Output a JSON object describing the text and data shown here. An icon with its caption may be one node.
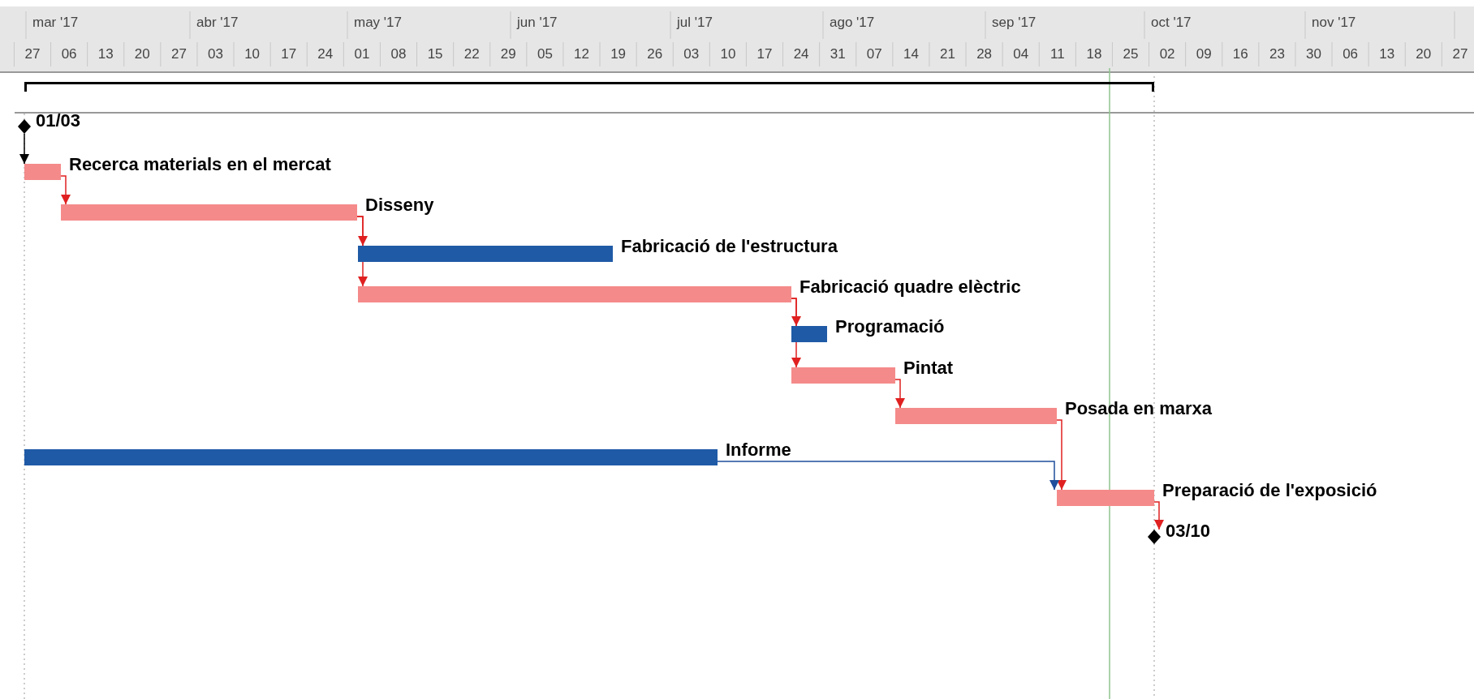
{
  "diagram": {
    "nodes": [
      {
        "text": [],
        "shape": "bar"
      },
      {
        "text": [],
        "shape": "diamond",
        "beside": [
          "01/03"
        ]
      },
      {
        "text": [],
        "shape": "bar",
        "beside": [
          "Recerca materials en el mercat"
        ]
      },
      {
        "text": [],
        "shape": "bar",
        "beside": [
          "Disseny"
        ]
      },
      {
        "text": [],
        "shape": "bar",
        "beside": [
          "Fabricació de l'estructura"
        ]
      },
      {
        "text": [],
        "shape": "bar",
        "beside": [
          "Fabricació quadre elèctric"
        ]
      },
      {
        "text": [],
        "shape": "bar",
        "beside": [
          "Programació"
        ]
      },
      {
        "text": [],
        "shape": "bar",
        "beside": [
          "Pintat"
        ]
      },
      {
        "text": [],
        "shape": "bar",
        "beside": [
          "Posada en marxa"
        ]
      },
      {
        "text": [],
        "shape": "bar",
        "beside": [
          "Informe"
        ]
      },
      {
        "text": [],
        "shape": "bar",
        "beside": [
          "Preparació de l'exposició"
        ]
      },
      {
        "text": [],
        "shape": "diamond",
        "beside": [
          "03/10"
        ]
      }
    ],
    "edges": [
      {
        "from": 1,
        "to": 2,
        "arrow": "to",
        "color": "#000000"
      },
      {
        "from": 2,
        "to": 3,
        "arrow": "to"
      },
      {
        "from": 3,
        "to": 4,
        "arrow": "to"
      },
      {
        "from": 3,
        "to": 5,
        "arrow": "to"
      },
      {
        "from": 5,
        "to": 6,
        "arrow": "to"
      },
      {
        "from": 5,
        "to": 7,
        "arrow": "to"
      },
      {
        "from": 7,
        "to": 8,
        "arrow": "to"
      },
      {
        "from": 8,
        "to": 10,
        "arrow": "to"
      },
      {
        "from": 9,
        "to": 10,
        "arrow": "to",
        "color": "#1f4e9c"
      },
      {
        "from": 10,
        "to": 11,
        "arrow": "to"
      }
    ],
    "labels": [
      "mar '17",
      "abr '17",
      "may '17",
      "jun '17",
      "jul '17",
      "ago '17",
      "sep '17",
      "oct '17",
      "nov '17",
      "27",
      "06",
      "13",
      "20",
      "27",
      "03",
      "10",
      "17",
      "24",
      "01",
      "08",
      "15",
      "22",
      "29",
      "05",
      "12",
      "19",
      "26",
      "03",
      "10",
      "17",
      "24",
      "31",
      "07",
      "14",
      "21",
      "28",
      "04",
      "11",
      "18",
      "25",
      "02",
      "09",
      "16",
      "23",
      "30",
      "06",
      "13",
      "20",
      "27"
    ]
  }
}
